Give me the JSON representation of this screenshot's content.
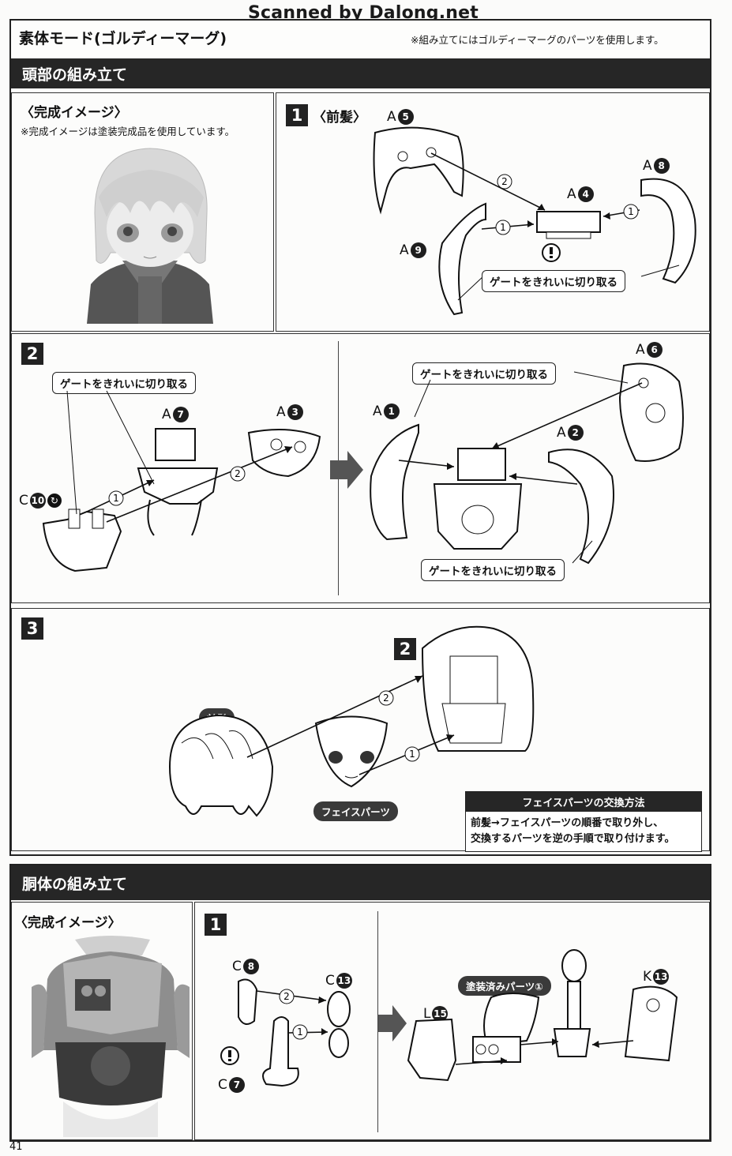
{
  "watermark": "Scanned by Dalong.net",
  "header": {
    "title": "素体モード(ゴルディーマーグ)",
    "note": "※組み立てにはゴルディーマーグのパーツを使用します。"
  },
  "head_section": {
    "title": "頭部の組み立て",
    "complete_image": {
      "heading": "〈完成イメージ〉",
      "note": "※完成イメージは塗装完成品を使用しています。"
    },
    "step1": {
      "num": "1",
      "heading": "〈前髪〉",
      "parts": [
        {
          "letter": "A",
          "num": "5"
        },
        {
          "letter": "A",
          "num": "8"
        },
        {
          "letter": "A",
          "num": "4"
        },
        {
          "letter": "A",
          "num": "9"
        }
      ],
      "callout": "ゲートをきれいに切り取る",
      "order": [
        "1",
        "2",
        "1"
      ]
    },
    "step2": {
      "num": "2",
      "callout_left": "ゲートをきれいに切り取る",
      "callout_top": "ゲートをきれいに切り取る",
      "callout_bottom": "ゲートをきれいに切り取る",
      "parts_left": [
        {
          "letter": "A",
          "num": "7"
        },
        {
          "letter": "A",
          "num": "3"
        },
        {
          "letter": "C",
          "num": "10"
        }
      ],
      "parts_right": [
        {
          "letter": "A",
          "num": "6"
        },
        {
          "letter": "A",
          "num": "1"
        },
        {
          "letter": "A",
          "num": "2"
        }
      ],
      "order": [
        "1",
        "2"
      ]
    },
    "step3": {
      "num": "3",
      "sub_num": "2",
      "label_bangs": "前髪",
      "label_face": "フェイスパーツ",
      "order": [
        "2",
        "1"
      ],
      "info": {
        "title": "フェイスパーツの交換方法",
        "line1": "前髪→フェイスパーツの順番で取り外し、",
        "line2": "交換するパーツを逆の手順で取り付けます。"
      }
    }
  },
  "torso_section": {
    "title": "胴体の組み立て",
    "complete_image": {
      "heading": "〈完成イメージ〉"
    },
    "step1": {
      "num": "1",
      "parts_left": [
        {
          "letter": "C",
          "num": "8"
        },
        {
          "letter": "C",
          "num": "13"
        },
        {
          "letter": "C",
          "num": "7"
        }
      ],
      "parts_right": [
        {
          "letter": "L",
          "num": "15"
        },
        {
          "letter": "K",
          "num": "13"
        }
      ],
      "painted_label": "塗装済みパーツ①",
      "order": [
        "2",
        "1"
      ]
    }
  },
  "page_number": "41",
  "colors": {
    "ink": "#111111",
    "band": "#262626",
    "paper": "#fbfbfa"
  }
}
